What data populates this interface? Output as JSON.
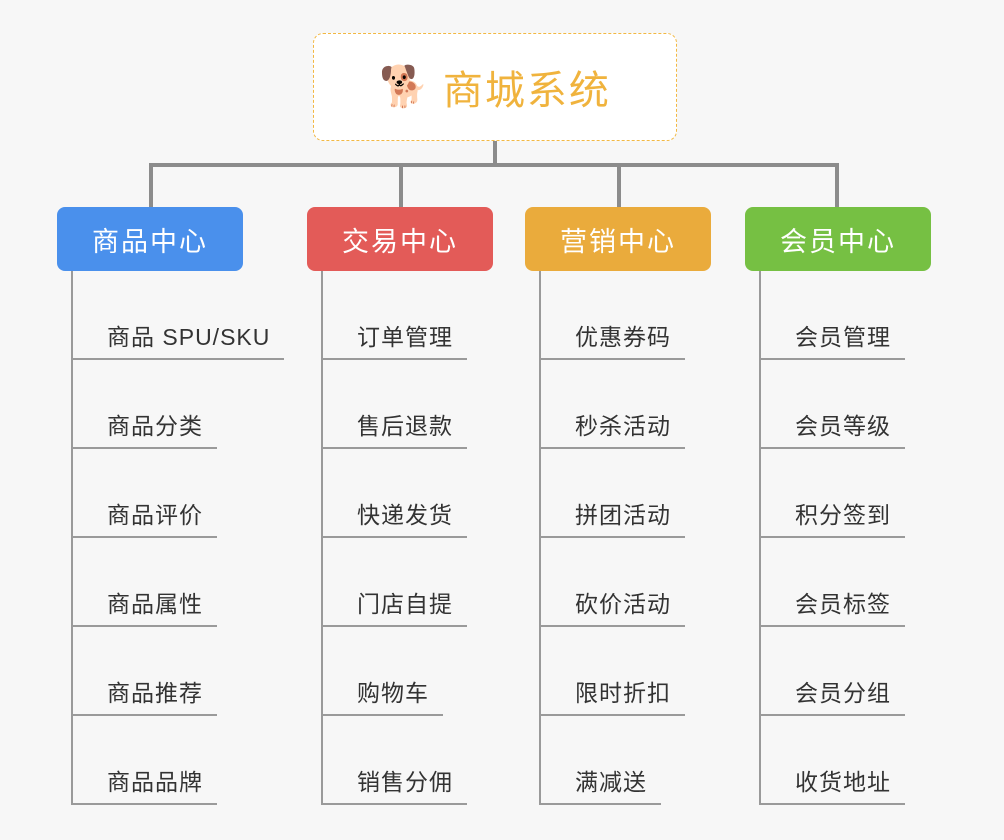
{
  "page": {
    "background_color": "#f7f7f7",
    "diagram_type": "mind-map-org-chart"
  },
  "root": {
    "icon": "shiba-dog-icon",
    "icon_glyph": "🐕",
    "title": "商城系统",
    "text_color": "#f0b33d",
    "border_color": "#f2b843",
    "background_color": "#ffffff"
  },
  "connector_color": "#8c8c8c",
  "branches": [
    {
      "label": "商品中心",
      "color": "#4a90ec",
      "items": [
        "商品 SPU/SKU",
        "商品分类",
        "商品评价",
        "商品属性",
        "商品推荐",
        "商品品牌"
      ]
    },
    {
      "label": "交易中心",
      "color": "#e35b58",
      "items": [
        "订单管理",
        "售后退款",
        "快递发货",
        "门店自提",
        "购物车",
        "销售分佣"
      ]
    },
    {
      "label": "营销中心",
      "color": "#eaab3c",
      "items": [
        "优惠券码",
        "秒杀活动",
        "拼团活动",
        "砍价活动",
        "限时折扣",
        "满减送"
      ]
    },
    {
      "label": "会员中心",
      "color": "#76c043",
      "items": [
        "会员管理",
        "会员等级",
        "积分签到",
        "会员标签",
        "会员分组",
        "收货地址"
      ]
    }
  ]
}
